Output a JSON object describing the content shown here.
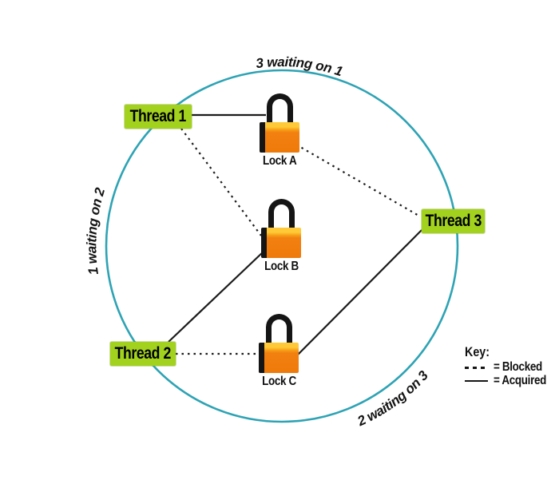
{
  "diagram_type": "thread-deadlock-cycle",
  "threads": [
    {
      "label": "Thread 1"
    },
    {
      "label": "Thread 2"
    },
    {
      "label": "Thread 3"
    }
  ],
  "locks": [
    {
      "label": "Lock A"
    },
    {
      "label": "Lock B"
    },
    {
      "label": "Lock C"
    }
  ],
  "arc_labels": {
    "top": "3 waiting on 1",
    "left": "1 waiting on 2",
    "bottom_right": "2 waiting on 3"
  },
  "edges": [
    {
      "from": "Thread 1",
      "to": "Lock A",
      "relation": "acquired"
    },
    {
      "from": "Thread 1",
      "to": "Lock B",
      "relation": "blocked"
    },
    {
      "from": "Thread 3",
      "to": "Lock A",
      "relation": "blocked"
    },
    {
      "from": "Thread 2",
      "to": "Lock B",
      "relation": "acquired"
    },
    {
      "from": "Thread 2",
      "to": "Lock C",
      "relation": "blocked"
    },
    {
      "from": "Thread 3",
      "to": "Lock C",
      "relation": "acquired"
    }
  ],
  "legend": {
    "title": "Key:",
    "blocked": "= Blocked",
    "acquired": "= Acquired"
  },
  "colors": {
    "circle_stroke": "#2EA3B4",
    "node_label_bg": "#A2D11E",
    "lock_body": "#F28010",
    "lock_highlight": "#FFC937",
    "line": "#1B1B1B"
  }
}
